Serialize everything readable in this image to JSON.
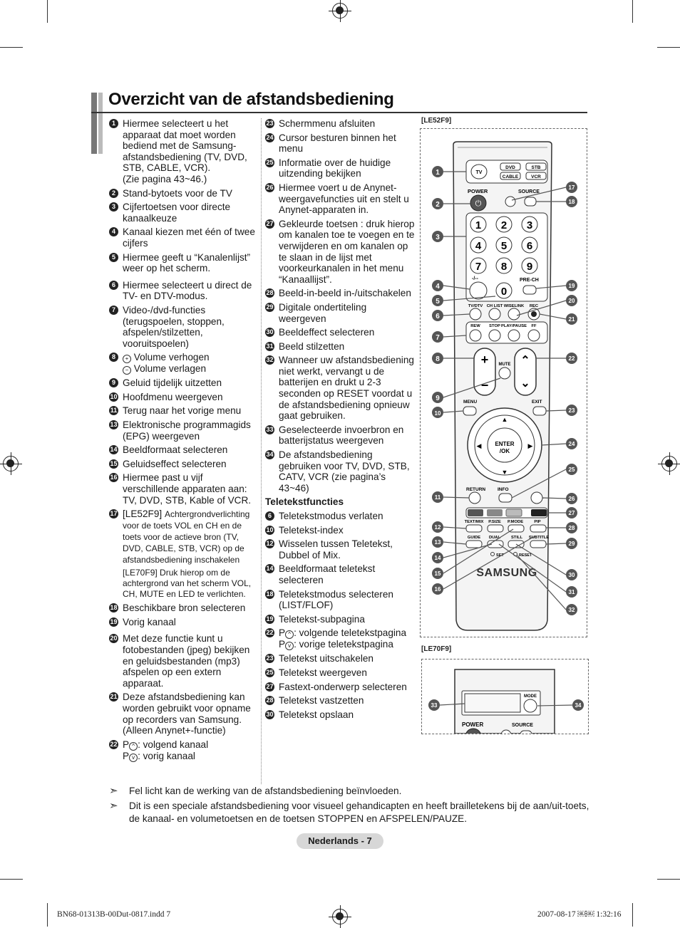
{
  "title": "Overzicht van de afstandsbediening",
  "col1": [
    {
      "n": "1",
      "t": "Hiermee selecteert u het apparaat dat moet worden bediend met de Samsung-afstandsbediening (TV, DVD, STB, CABLE, VCR).",
      "t2": "(Zie pagina 43~46.)"
    },
    {
      "n": "2",
      "t": "Stand-bytoets voor de TV"
    },
    {
      "n": "3",
      "t": "Cijfertoetsen voor directe kanaalkeuze"
    },
    {
      "n": "4",
      "t": "Kanaal kiezen met één of twee cijfers"
    },
    {
      "n": "5",
      "t": "Hiermee geeft u “Kanalenlijst” weer op het scherm."
    },
    {
      "n": "6",
      "t": "Hiermee selecteert u direct de TV- en DTV-modus."
    },
    {
      "n": "7",
      "t": "Video-/dvd-functies (terugspoelen, stoppen, afspelen/stilzetten, vooruitspoelen)"
    },
    {
      "n": "8",
      "t": "Volume verhogen",
      "t2": "Volume verlagen"
    },
    {
      "n": "9",
      "t": "Geluid tijdelijk uitzetten"
    },
    {
      "n": "10",
      "t": "Hoofdmenu weergeven"
    },
    {
      "n": "11",
      "t": "Terug naar het vorige menu"
    },
    {
      "n": "13",
      "t": "Elektronische programmagids (EPG) weergeven"
    },
    {
      "n": "14",
      "t": "Beeldformaat selecteren"
    },
    {
      "n": "15",
      "t": "Geluidseffect selecteren"
    },
    {
      "n": "16",
      "t": "Hiermee past u vijf verschillende apparaten aan: TV, DVD, STB, Kable of VCR."
    },
    {
      "n": "17",
      "t": "[LE52F9]",
      "t_small": "Achtergrondverlichting voor de toets VOL en CH en de toets voor de actieve bron (TV, DVD, CABLE, STB, VCR) op de afstandsbediening inschakelen",
      "t2": "[LE70F9] Druk hierop om de achtergrond van het scherm VOL, CH, MUTE en LED te verlichten."
    },
    {
      "n": "18",
      "t": "Beschikbare bron selecteren"
    },
    {
      "n": "19",
      "t": "Vorig kanaal"
    },
    {
      "n": "20",
      "t": "Met deze functie kunt u fotobestanden (jpeg) bekijken en geluidsbestanden (mp3) afspelen op een extern apparaat."
    },
    {
      "n": "21",
      "t": "Deze afstandsbediening kan worden gebruikt voor opname op recorders van Samsung. (Alleen Anynet+-functie)"
    },
    {
      "n": "22",
      "t": ": volgend kanaal",
      "t2": ": vorig kanaal"
    }
  ],
  "col2": [
    {
      "n": "23",
      "t": "Schermmenu afsluiten"
    },
    {
      "n": "24",
      "t": "Cursor besturen binnen het menu"
    },
    {
      "n": "25",
      "t": "Informatie over de huidige uitzending bekijken"
    },
    {
      "n": "26",
      "t": "Hiermee voert u de Anynet-weergavefuncties uit en stelt u Anynet-apparaten in."
    },
    {
      "n": "27",
      "t": "Gekleurde toetsen : druk hierop om kanalen toe te voegen en te verwijderen en om kanalen op te slaan in de lijst met voorkeurkanalen in het menu “Kanaallijst”."
    },
    {
      "n": "28",
      "t": "Beeld-in-beeld in-/uitschakelen"
    },
    {
      "n": "29",
      "t": "Digitale ondertiteling weergeven"
    },
    {
      "n": "30",
      "t": "Beeldeffect selecteren"
    },
    {
      "n": "31",
      "t": "Beeld stilzetten"
    },
    {
      "n": "32",
      "t": "Wanneer uw afstandsbediening niet werkt, vervangt u de batterijen en drukt u 2-3 seconden op RESET voordat u de afstandsbediening opnieuw gaat gebruiken."
    },
    {
      "n": "33",
      "t": "Geselecteerde invoerbron en batterijstatus weergeven"
    },
    {
      "n": "34",
      "t": "De afstandsbediening gebruiken voor TV, DVD, STB, CATV, VCR (zie pagina’s 43~46)"
    }
  ],
  "teletext_heading": "Teletekstfuncties",
  "teletext": [
    {
      "n": "6",
      "t": "Teletekstmodus verlaten"
    },
    {
      "n": "10",
      "t": "Teletekst-index"
    },
    {
      "n": "12",
      "t": "Wisselen tussen Teletekst, Dubbel of Mix."
    },
    {
      "n": "14",
      "t": "Beeldformaat teletekst selecteren"
    },
    {
      "n": "18",
      "t": "Teletekstmodus selecteren (LIST/FLOF)"
    },
    {
      "n": "19",
      "t": "Teletekst-subpagina"
    },
    {
      "n": "22",
      "t": ": volgende teletekstpagina",
      "t2": ": vorige teletekstpagina"
    },
    {
      "n": "23",
      "t": "Teletekst uitschakelen"
    },
    {
      "n": "25",
      "t": "Teletekst weergeven"
    },
    {
      "n": "27",
      "t": "Fastext-onderwerp selecteren"
    },
    {
      "n": "28",
      "t": "Teletekst vastzetten"
    },
    {
      "n": "30",
      "t": "Teletekst opslaan"
    }
  ],
  "p_letter": "P",
  "fig1_label": "[LE52F9]",
  "fig2_label": "[LE70F9]",
  "remote": {
    "tv": "TV",
    "dvd": "DVD",
    "stb": "STB",
    "cable": "CABLE",
    "vcr": "VCR",
    "power": "POWER",
    "source": "SOURCE",
    "digits": [
      "1",
      "2",
      "3",
      "4",
      "5",
      "6",
      "7",
      "8",
      "9"
    ],
    "zero": "0",
    "dash": "-/--",
    "prech": "PRE-CH",
    "tvdtv": "TV/DTV",
    "chlist": "CH LIST",
    "wiselink": "WISELINK",
    "rec": "REC",
    "rew": "REW",
    "stop": "STOP",
    "play": "PLAY/PAUSE",
    "ff": "FF",
    "mute": "MUTE",
    "menu": "MENU",
    "exit": "EXIT",
    "enter": "ENTER",
    "ok": "/OK",
    "return": "RETURN",
    "info": "INFO",
    "textmix": "TEXT/MIX",
    "psize": "P.SIZE",
    "pmode": "P.MODE",
    "pip": "PIP",
    "guide": "GUIDE",
    "dual": "DUAL",
    "still": "STILL",
    "subtitle": "SUBTITLE",
    "set": "SET",
    "reset": "RESET",
    "brand": "SAMSUNG",
    "mode": "MODE",
    "callouts_left": [
      "1",
      "2",
      "3",
      "4",
      "5",
      "6",
      "7",
      "8",
      "9",
      "10",
      "11",
      "12",
      "13",
      "14",
      "15",
      "16"
    ],
    "callouts_right": [
      "17",
      "18",
      "19",
      "20",
      "21",
      "22",
      "23",
      "24",
      "25",
      "26",
      "27",
      "28",
      "29",
      "30",
      "31",
      "32"
    ],
    "callout_33": "33",
    "callout_34": "34"
  },
  "notes": [
    "Fel licht kan de werking van de afstandsbediening beïnvloeden.",
    "Dit is een speciale afstandsbediening voor visueel gehandicapten en heeft brailletekens bij de aan/uit-toets, de kanaal- en volumetoetsen en de toetsen STOPPEN en AFSPELEN/PAUZE."
  ],
  "page_label": "Nederlands - 7",
  "footer_left": "BN68-01313B-00Dut-0817.indd   7",
  "footer_right": "2007-08-17   ￼￼ 1:32:16"
}
